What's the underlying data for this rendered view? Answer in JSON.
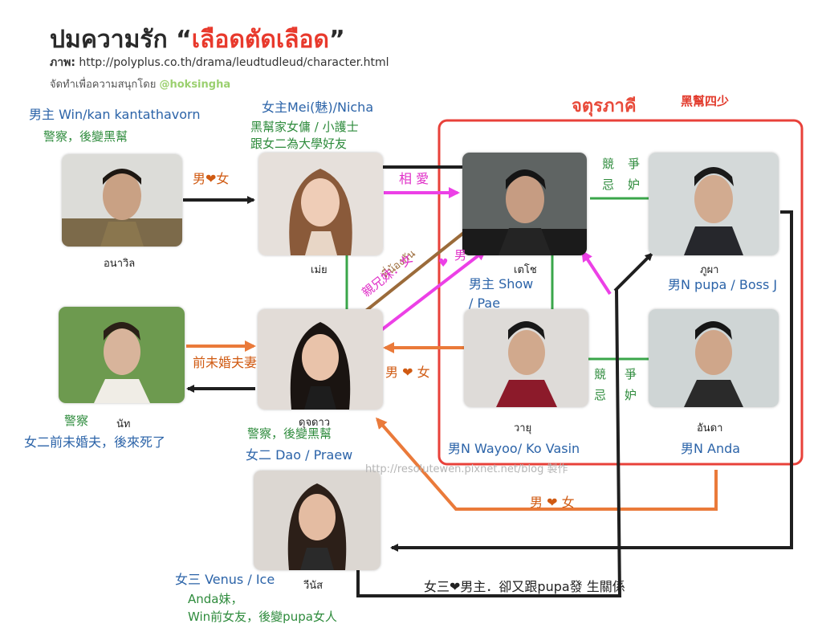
{
  "header": {
    "title_prefix": "ปมความรัก “",
    "title_highlight": "เลือดตัดเลือด",
    "title_suffix": "”",
    "source_label": "ภาพ:",
    "source_url": "http://polyplus.co.th/drama/leudtudleud/character.html",
    "credit_prefix": "จัดทำเพื่อความสนุกโดย ",
    "credit_handle": "@hoksingha"
  },
  "group": {
    "title": "จตุรภาคี",
    "subtitle": "黑幫四少"
  },
  "characters": {
    "win": {
      "thai": "อนาวิล",
      "line1": "男主 Win/kan kantathavorn",
      "line2": "警察，後變黑幫"
    },
    "mei": {
      "thai": "เม่ย",
      "line1": "女主Mei(魅)/Nicha",
      "line2": "黑幫家女傭 / 小護士",
      "line3": "跟女二為大學好友"
    },
    "show": {
      "thai": "เตโช",
      "line1": "男主 Show",
      "line2": "/  Pae"
    },
    "pupa": {
      "thai": "ภูผา",
      "line1": "男N  pupa / Boss J"
    },
    "nat": {
      "thai": "นัท",
      "line1": "警察",
      "line2": "女二前未婚夫，後來死了"
    },
    "dao": {
      "thai": "ดุจดาว",
      "line1": "警察，後變黑幫",
      "line2": "女二 Dao / Praew"
    },
    "wayu": {
      "thai": "วายุ",
      "line1": "男N   Wayoo/ Ko Vasin"
    },
    "anda": {
      "thai": "อันดา",
      "line1": "男N    Anda"
    },
    "venus": {
      "thai": "วีนัส",
      "line1": "女三 Venus / Ice",
      "line2": "Anda妹，",
      "line3": "Win前女友，後變pupa女人"
    }
  },
  "relations": {
    "win_mei": "男❤女",
    "mei_show": "相  愛",
    "show_mei_thai": "พี่น้องกัน",
    "show_dao": "親兄妹．女",
    "show_dao_tail": "男",
    "rival_top_a": "競",
    "rival_top_b": "忌",
    "rival_top_c": "爭",
    "rival_top_d": "妒",
    "rival_bot_a": "競",
    "rival_bot_b": "忌",
    "rival_bot_c": "爭",
    "rival_bot_d": "妒",
    "nat_dao": "前未婚夫妻",
    "wayu_dao": "男 ❤ 女",
    "anda_dao": "男 ❤ 女",
    "venus_note": "女三❤男主．卻又跟pupa發  生關係"
  },
  "watermark": "http://resolutewen.pixnet.net/blog      製作",
  "colors": {
    "frame": "#e8413a",
    "green_line": "#3aa64a",
    "black_line": "#1f1f1f",
    "pink_line": "#ec40e6",
    "orange_line": "#ea7a3a",
    "brown_line": "#9b6b3a"
  }
}
